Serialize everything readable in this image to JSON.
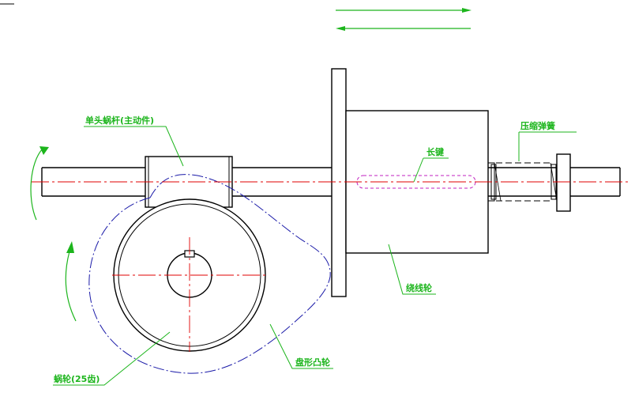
{
  "labels": {
    "worm": "单头蜗杆(主动件)",
    "spring": "压缩弹簧",
    "key": "长键",
    "winding_wheel": "绕线轮",
    "disc_cam": "盘形凸轮",
    "worm_gear": "蜗轮(25齿)"
  },
  "colors": {
    "outline": "#000000",
    "centerline": "#e00000",
    "annotation": "#1cb51c",
    "cam_profile": "#1a1aa8",
    "key_slot": "#c020c0"
  }
}
